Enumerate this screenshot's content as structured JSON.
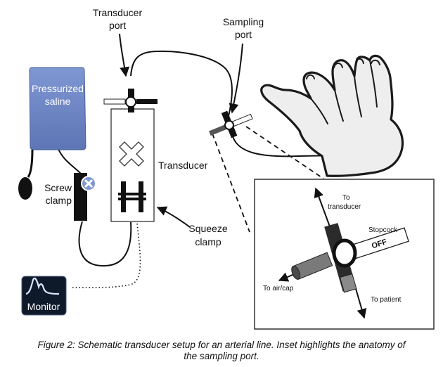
{
  "labels": {
    "transducer_port": [
      "Transducer",
      "port"
    ],
    "sampling_port": [
      "Sampling",
      "port"
    ],
    "pressurized_saline": [
      "Pressurized",
      "saline"
    ],
    "transducer": "Transducer",
    "screw_clamp": [
      "Screw",
      "clamp"
    ],
    "squeeze_clamp": [
      "Squeeze",
      "clamp"
    ],
    "monitor": "Monitor"
  },
  "inset": {
    "to_transducer": [
      "To",
      "transducer"
    ],
    "stopcock": "Stopcock",
    "off": "OFF",
    "to_air_cap": "To air/cap",
    "to_patient": "To patient"
  },
  "caption": [
    "Figure 2: Schematic transducer setup for an arterial line. Inset highlights the anatomy of",
    "the sampling port."
  ],
  "colors": {
    "saline_bag": "#6e86c4",
    "saline_text": "#ffffff",
    "tubing": "#111111",
    "monitor_bg": "#0e1a2a",
    "monitor_waveform": "#d8e6ff"
  }
}
